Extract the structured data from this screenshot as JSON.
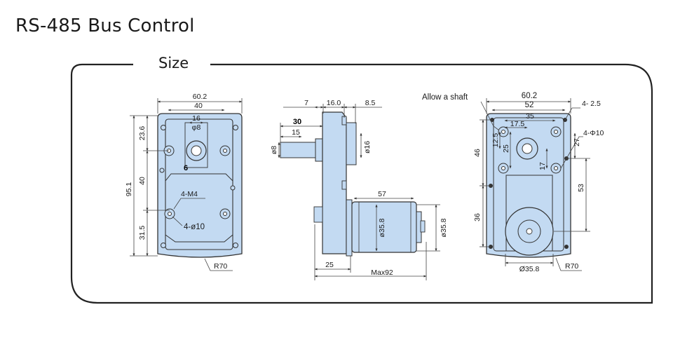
{
  "page": {
    "title": "RS-485 Bus Control"
  },
  "panel": {
    "label": "Size"
  },
  "front_view": {
    "width_outer": "60.2",
    "width_inner": "40",
    "shaft_spacing": "16",
    "shaft_dia": "φ8",
    "height_total": "95.1",
    "height_top": "23.6",
    "height_mid": "40",
    "height_bottom": "31.5",
    "flat": "6",
    "screw_label": "4-M4",
    "hole_label": "4-ø10",
    "radius_label": "R70"
  },
  "side_view": {
    "d7": "7",
    "d16": "16.0",
    "d85": "8.5",
    "d30": "30",
    "d15": "15",
    "shaft_dia": "ø8",
    "boss_dia": "ø16",
    "motor_len": "57",
    "motor_dia_a": "ø35.8",
    "motor_dia_b": "ø35.8",
    "d25": "25",
    "max_len": "Max92"
  },
  "back_view": {
    "allow_shaft": "Allow a shaft",
    "width_outer": "60.2",
    "width_inner": "52",
    "d35": "35",
    "d175": "17.5",
    "d125": "12.5",
    "d25": "25",
    "d17": "17",
    "d46": "46",
    "d36": "36",
    "d53": "53",
    "d27": "27",
    "screw_label": "4- 2.5",
    "hole_label": "4-Φ10",
    "motor_dia": "Ø35.8",
    "radius_label": "R70"
  }
}
